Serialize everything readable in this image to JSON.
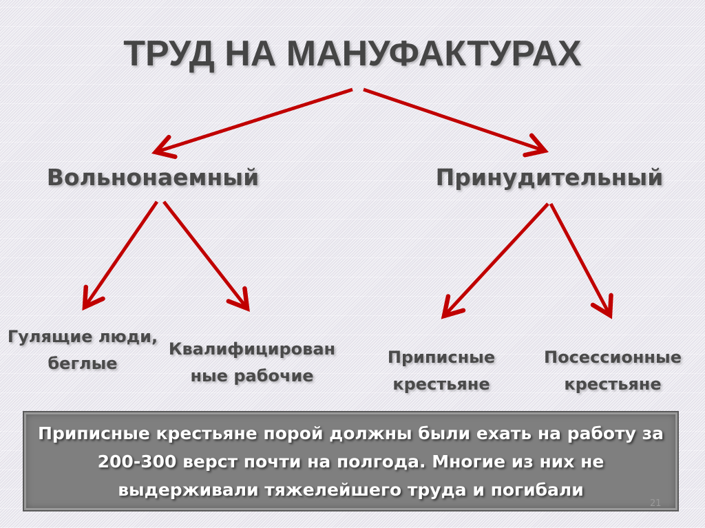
{
  "title": "ТРУД НА МАНУФАКТУРАХ",
  "branches": [
    {
      "label": "Вольнонаемный",
      "children": [
        "Гулящие люди, беглые",
        "Квалифицирован ные рабочие"
      ]
    },
    {
      "label": "Принудительный",
      "children": [
        "Приписные крестьяне",
        "Посессионные крестьяне"
      ]
    }
  ],
  "note": "Приписные крестьяне порой должны были ехать на работу за 200-300 верст почти на полгода. Многие из них не выдерживали тяжелейшего труда и погибали",
  "page_number": "21",
  "colors": {
    "arrow": "#c00000",
    "text": "#4a4a4a",
    "box": "#7f7f7f"
  }
}
